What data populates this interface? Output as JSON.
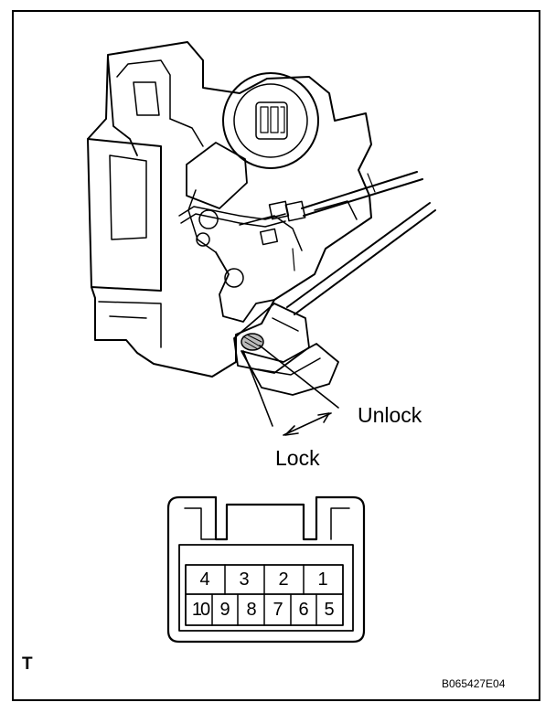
{
  "labels": {
    "unlock": "Unlock",
    "lock": "Lock",
    "corner_mark": "T",
    "figure_id": "B065427E04"
  },
  "connector": {
    "top_row": [
      "4",
      "3",
      "2",
      "1"
    ],
    "bottom_row": [
      "10",
      "9",
      "8",
      "7",
      "6",
      "5"
    ]
  },
  "colors": {
    "line": "#000000",
    "background": "#ffffff"
  }
}
